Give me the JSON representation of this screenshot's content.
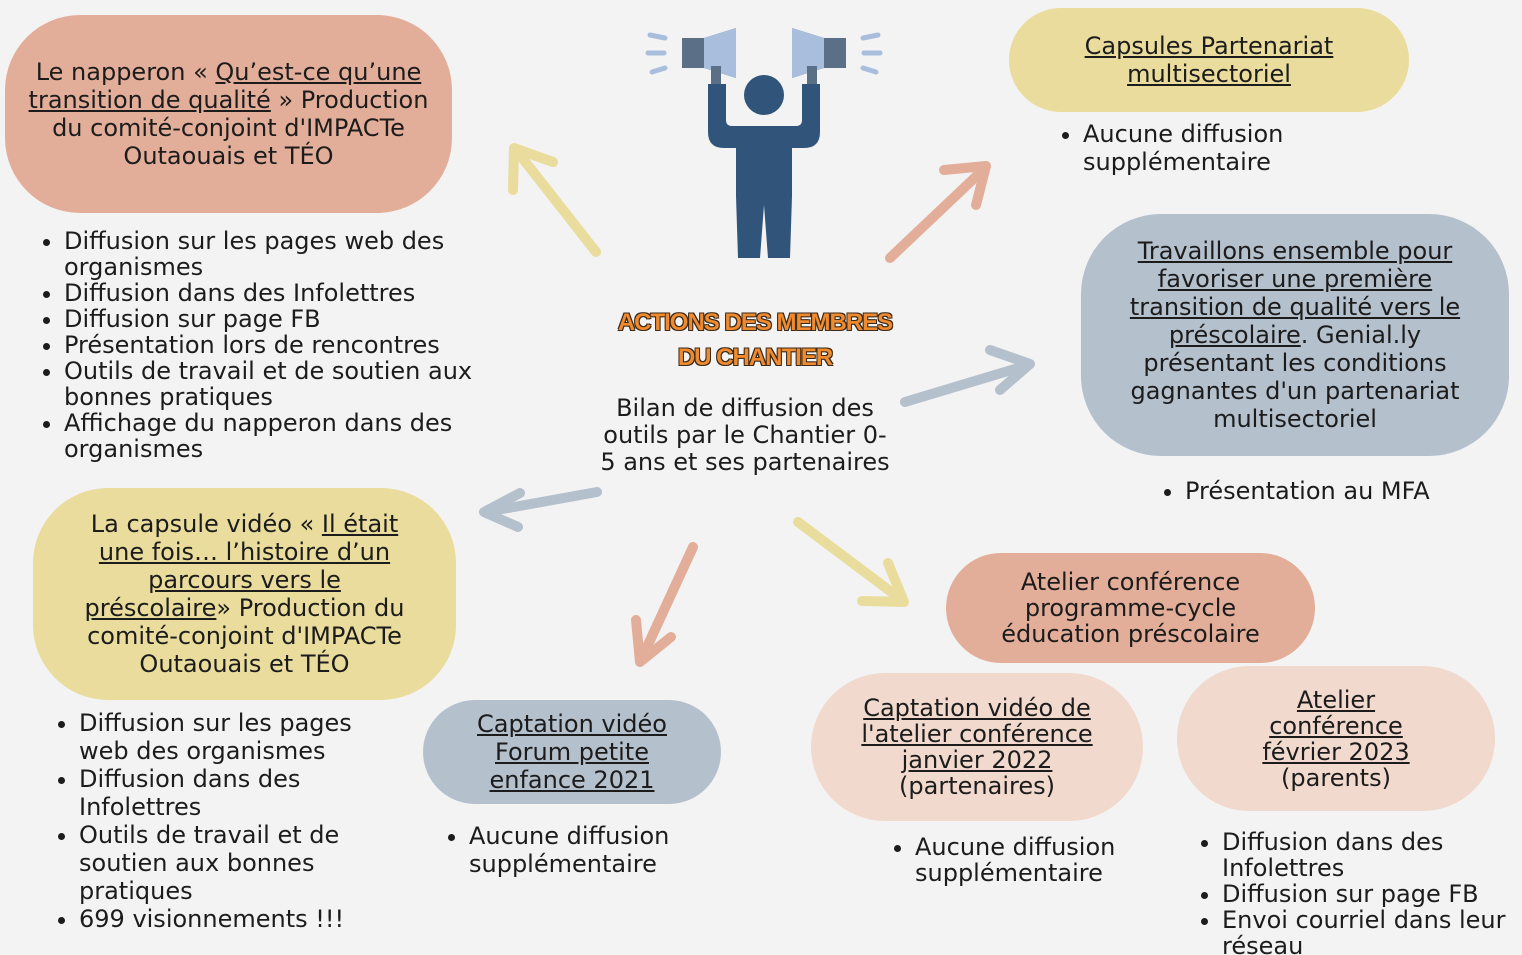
{
  "center": {
    "title_line1": "ACTIONS DES MEMBRES",
    "title_line2": "DU CHANTIER",
    "subtitle": "Bilan de diffusion des outils par le Chantier 0-5 ans et ses partenaires",
    "icon": "person-with-megaphones-icon"
  },
  "napperon": {
    "pre": "Le napperon « ",
    "link": "Qu’est-ce qu’une transition de qualité",
    "post": " » Production du comité-conjoint d'IMPACTe Outaouais et TÉO",
    "color": "#e3ae99",
    "bullets": [
      "Diffusion sur les pages web des organismes",
      "Diffusion dans des Infolettres",
      "Diffusion sur page FB",
      "Présentation lors de rencontres",
      "Outils de travail et de soutien aux bonnes pratiques",
      "Affichage du napperon dans des organismes"
    ]
  },
  "capsule_video": {
    "pre": "La capsule vidéo « ",
    "link": "Il était une fois… l’histoire d’un parcours vers le préscolaire",
    "post": "» Production du comité-conjoint d'IMPACTe Outaouais et TÉO",
    "color": "#e9dc9c",
    "bullets": [
      "Diffusion sur les pages web des organismes",
      "Diffusion dans des Infolettres",
      "Outils de travail et de soutien aux bonnes pratiques",
      "699 visionnements !!!"
    ]
  },
  "forum": {
    "link": "Captation vidéo Forum petite enfance 2021",
    "color": "#b5c0cd",
    "bullets": [
      "Aucune diffusion supplémentaire"
    ]
  },
  "capsules_partenariat": {
    "link": "Capsules Partenariat multisectoriel",
    "color": "#e9dc9c",
    "bullets": [
      "Aucune diffusion supplémentaire"
    ]
  },
  "travaillons": {
    "link": "Travaillons ensemble pour favoriser une première transition de qualité vers le préscolaire",
    "post": ". Genial.ly présentant les conditions gagnantes d'un partenariat multisectoriel",
    "color": "#b5c0cd",
    "bullets": [
      "Présentation au MFA"
    ]
  },
  "atelier_conf": {
    "text": "Atelier conférence programme-cycle éducation préscolaire",
    "color": "#e3ae99"
  },
  "captation_atelier": {
    "link": "Captation vidéo de l'atelier conférence janvier 2022",
    "post": " (partenaires)",
    "color": "#f1d9cd",
    "bullets": [
      "Aucune diffusion supplémentaire"
    ]
  },
  "atelier_fevrier": {
    "link": "Atelier conférence février 2023",
    "post": " (parents)",
    "color": "#f1d9cd",
    "bullets": [
      "Diffusion dans des Infolettres",
      "Diffusion sur page FB",
      "Envoi courriel dans leur réseau"
    ]
  },
  "arrow_colors": {
    "yellow": "#e9dc9c",
    "salmon": "#e3ae99",
    "blue": "#b5c0cd"
  }
}
